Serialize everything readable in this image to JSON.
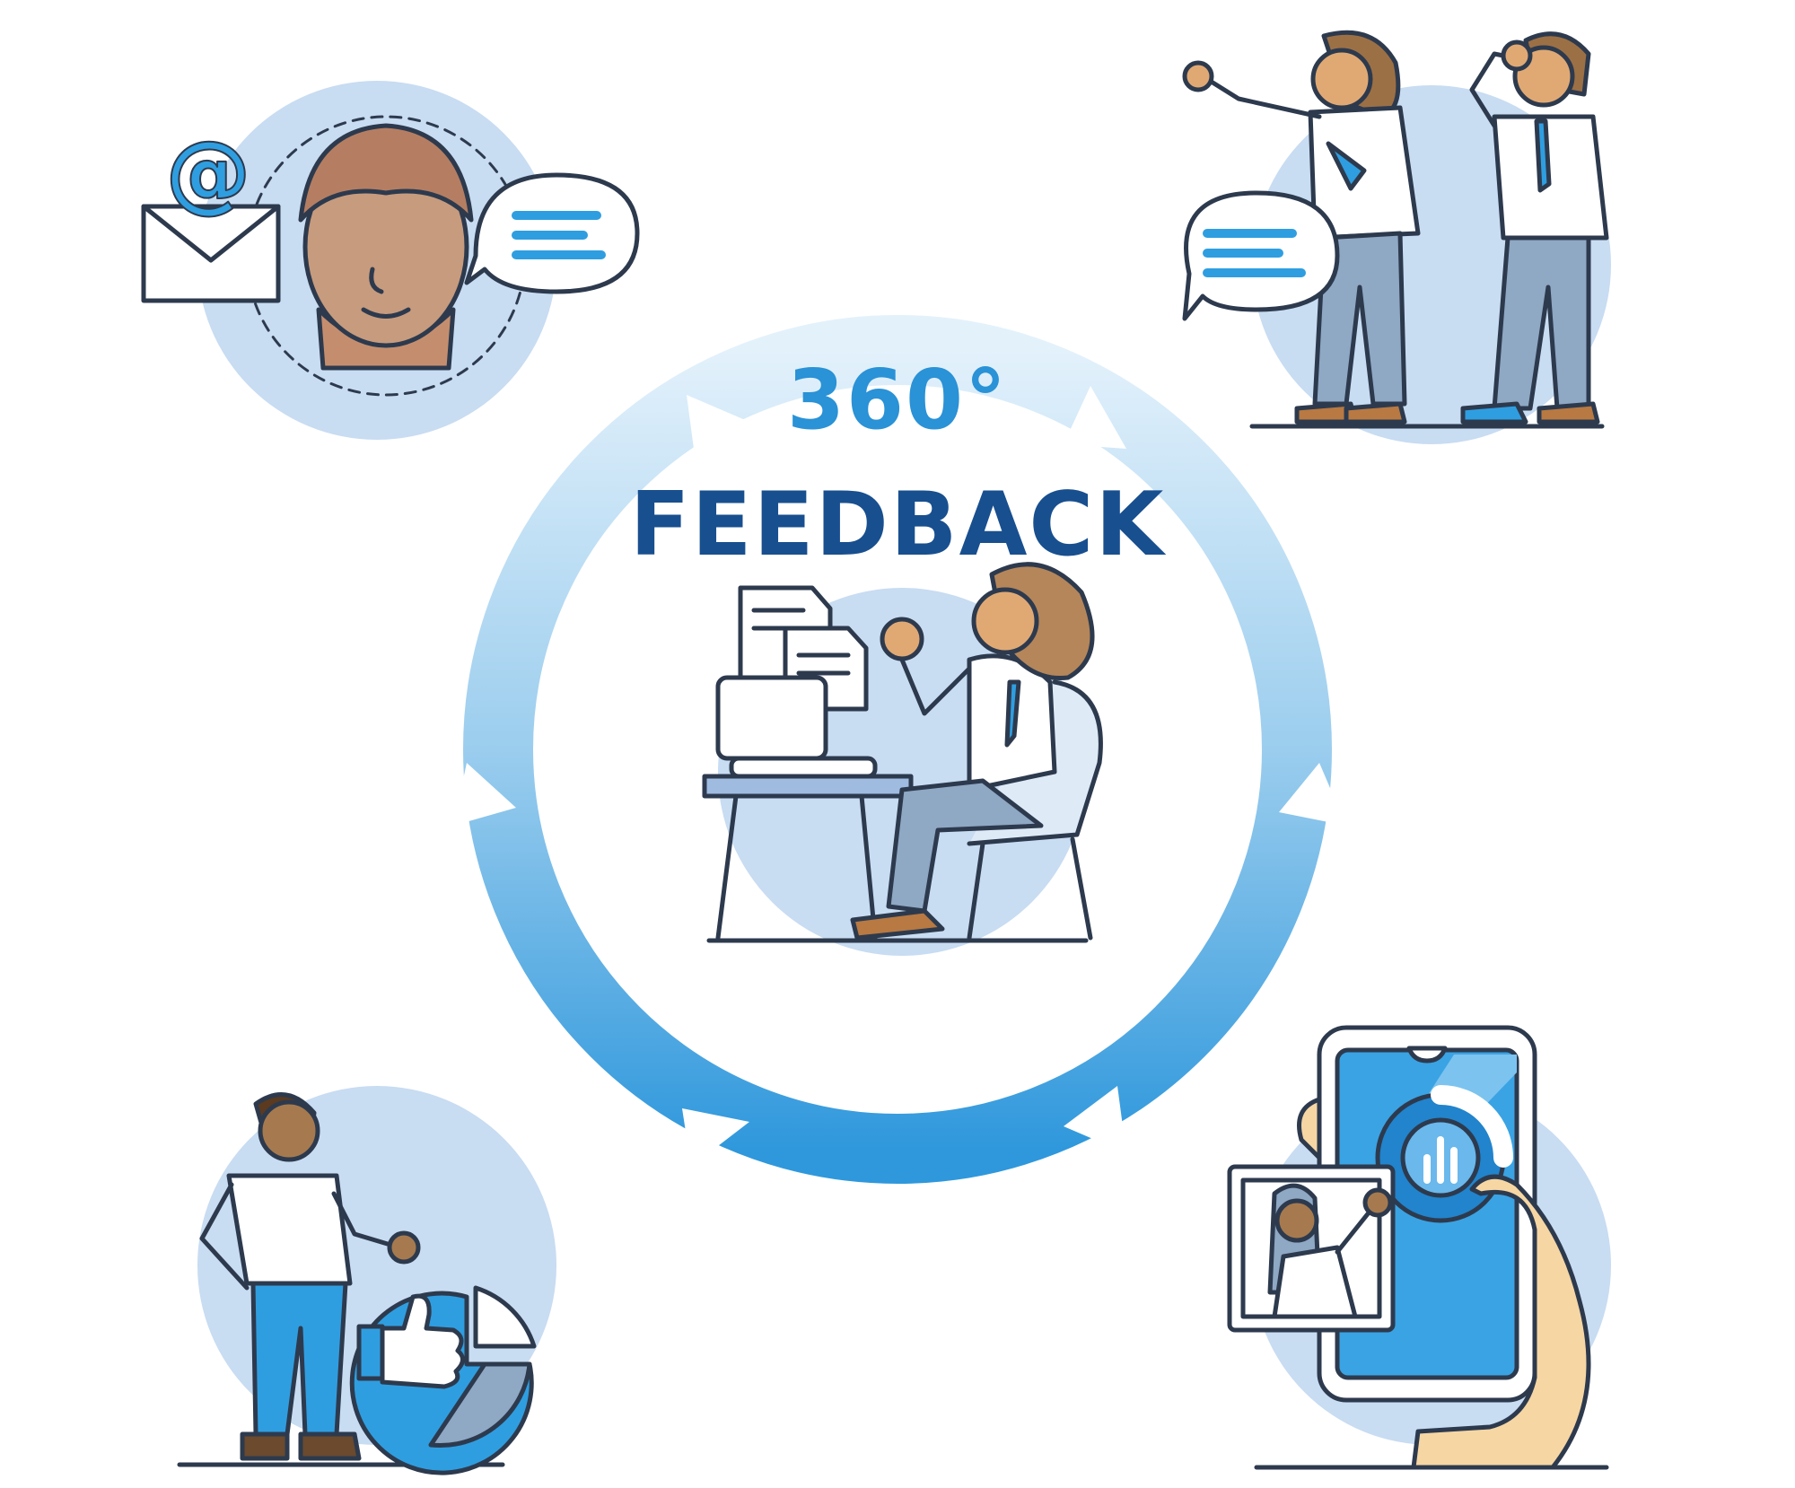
{
  "title": {
    "line1": "360°",
    "line2": "FEEDBACK"
  },
  "icons": {
    "center": "person-at-desk-with-laptop-and-documents",
    "top_left": "email-and-chat-avatar",
    "top_right": "two-colleagues-talking",
    "bottom_left": "person-presenting-pie-chart-with-thumbs-up",
    "bottom_right": "phone-with-analytics-and-video-call"
  },
  "colors": {
    "ring_light": "#cfe6f6",
    "ring_dark": "#2f98dc",
    "title_light_blue": "#2a92d6",
    "title_dark_blue": "#184f8f",
    "circle_background": "#c8dcf2",
    "outline": "#2d3a4e",
    "accent_blue": "#2f9ee0"
  }
}
